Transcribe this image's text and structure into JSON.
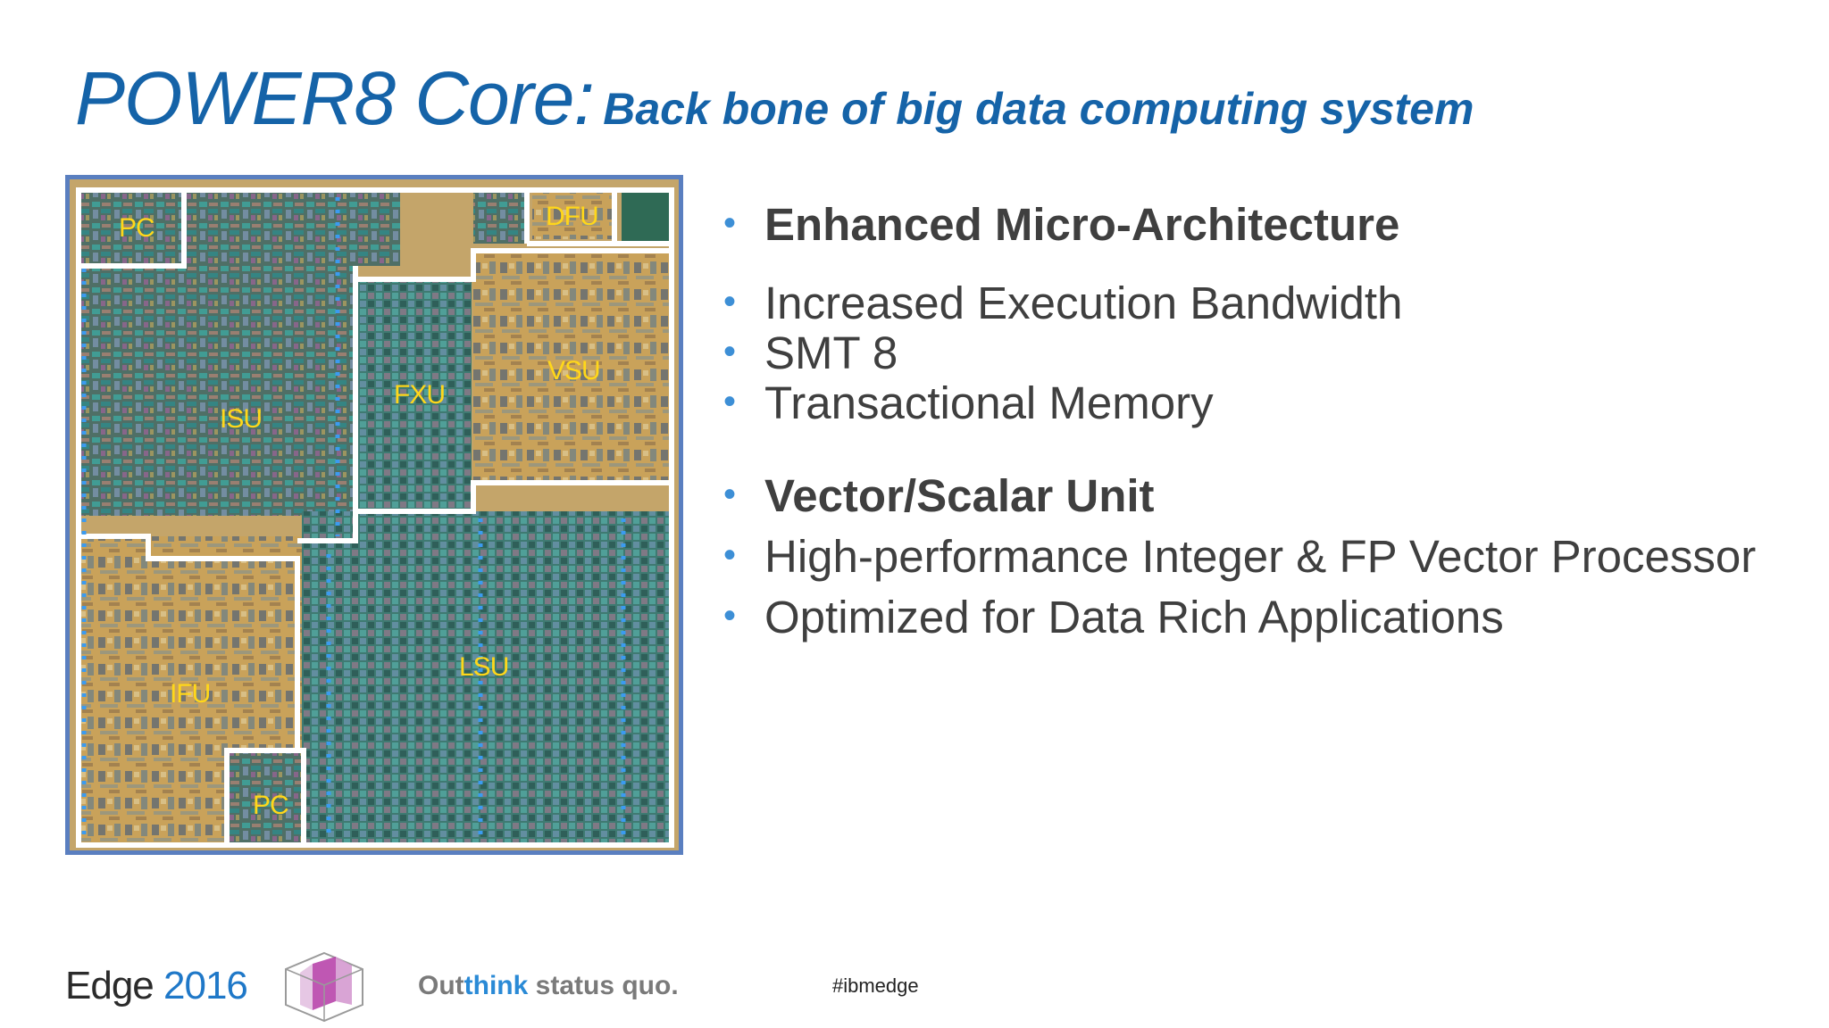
{
  "title": {
    "main": "POWER8 Core:",
    "sub": "Back bone of big data computing system"
  },
  "die": {
    "labels": {
      "pc_top": "PC",
      "dfu": "DFU",
      "isu": "ISU",
      "fxu": "FXU",
      "vsu": "VSU",
      "ifu": "IFU",
      "lsu": "LSU",
      "pc_bottom": "PC"
    }
  },
  "bullets": [
    {
      "text": "Enhanced Micro-Architecture",
      "bold": true
    },
    {
      "text": "Increased Execution Bandwidth",
      "bold": false
    },
    {
      "text": "SMT 8",
      "bold": false
    },
    {
      "text": "Transactional Memory",
      "bold": false
    },
    {
      "text": "Vector/Scalar Unit",
      "bold": true
    },
    {
      "text": "High-performance Integer & FP Vector Processor",
      "bold": false
    },
    {
      "text": "Optimized for Data Rich Applications",
      "bold": false
    }
  ],
  "footer": {
    "edge": "Edge",
    "year": "2016",
    "tagline_prefix": "Out",
    "tagline_highlight": "think",
    "tagline_suffix": " status quo.",
    "hashtag": "#ibmedge"
  },
  "colors": {
    "title": "#1563a8",
    "bullet_dot": "#3d8fd6",
    "die_border": "#5a7fc0",
    "unit_label": "#ffd71a",
    "year": "#1f78c8"
  }
}
